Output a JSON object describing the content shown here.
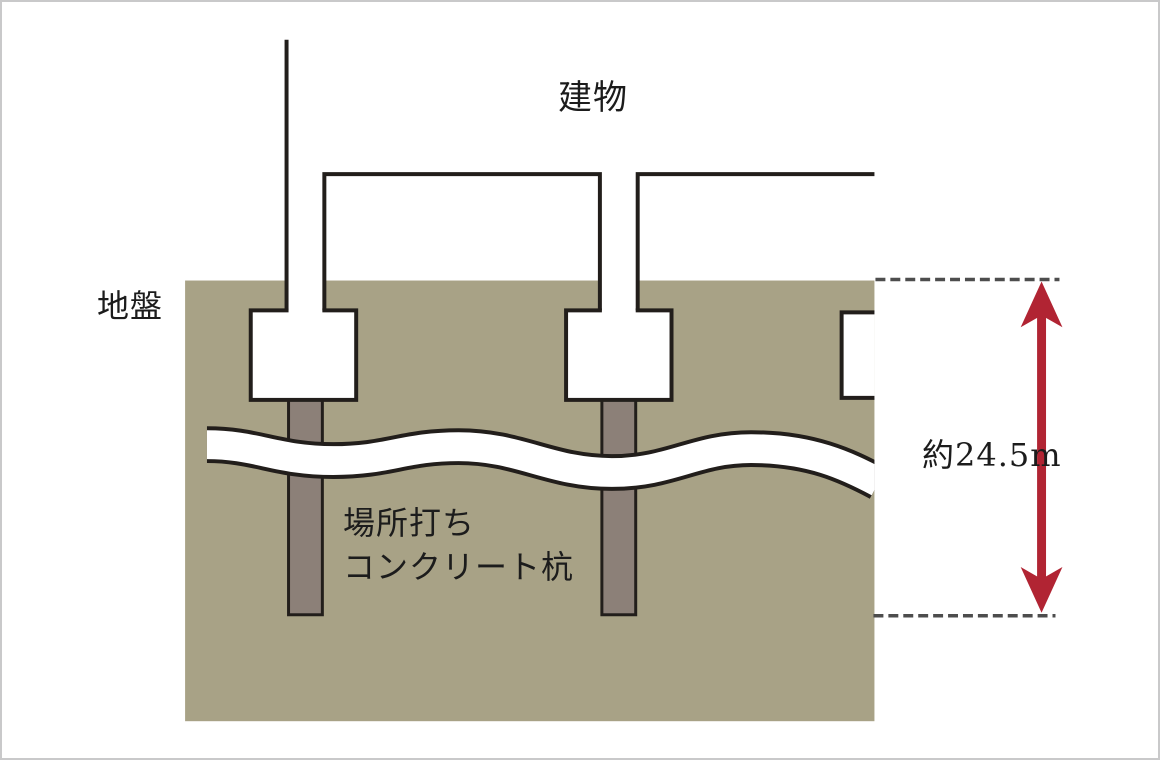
{
  "diagram": {
    "title": "pile-foundation-section",
    "labels": {
      "building": "建物",
      "ground": "地盤",
      "pile_line1": "場所打ち",
      "pile_line2": "コンクリート杭",
      "depth": "約24.5m"
    },
    "depth_measurement": {
      "value": "約24.5m",
      "from": "地盤表面",
      "to": "杭先端"
    },
    "colors": {
      "background": "#ffffff",
      "frame": "#c9c9ca",
      "ground": "#a8a286",
      "pile": "#8c8078",
      "outline": "#221e1b",
      "arrow": "#b12433",
      "dash": "#4d4d4d",
      "text": "#1c1c1c"
    },
    "element_counts": {
      "pile_caps": 3,
      "piles_visible": 2,
      "building_bays": 2
    }
  }
}
